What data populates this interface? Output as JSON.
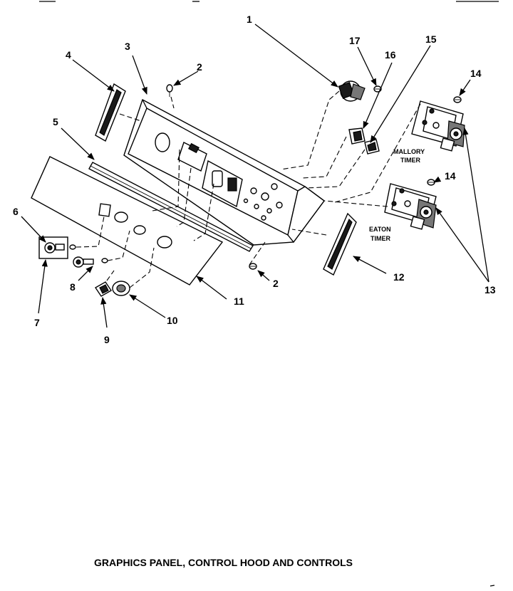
{
  "caption": "GRAPHICS PANEL, CONTROL HOOD AND CONTROLS",
  "callouts": [
    "1",
    "2",
    "3",
    "4",
    "5",
    "6",
    "7",
    "8",
    "9",
    "10",
    "11",
    "12",
    "13",
    "14",
    "15",
    "16",
    "17"
  ],
  "labels": {
    "mallory_line1": "MALLORY",
    "mallory_line2": "TIMER",
    "eaton_line1": "EATON",
    "eaton_line2": "TIMER"
  }
}
